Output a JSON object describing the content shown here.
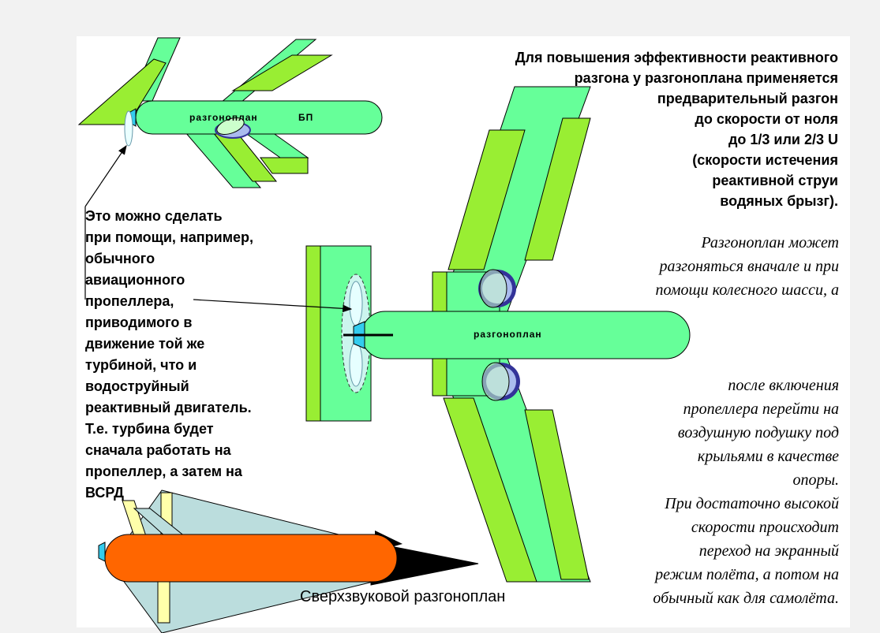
{
  "header_text": [
    "Для повышения эффективности реактивного",
    "разгона у разгоноплана применяется",
    "предварительный разгон",
    "до скорости от ноля",
    "до 1/3 или 2/3 U",
    "(скорости истечения",
    "реактивной струи",
    "водяных брызг)."
  ],
  "left_text": [
    " Это можно сделать",
    "при помощи, например,",
    "обычного",
    "авиационного",
    "пропеллера,",
    "приводимого в",
    "движение той же",
    "турбиной, что и",
    "водоструйный",
    "реактивный двигатель.",
    "Т.е. турбина будет",
    "сначала работать на",
    "пропеллер, а затем на",
    "ВСРД"
  ],
  "italic_top": [
    "Разгоноплан может",
    "разгоняться вначале и при",
    "помощи колесного шасси, а"
  ],
  "italic_bottom": [
    "после включения",
    "пропеллера перейти на",
    "воздушную подушку под",
    "крыльями в качестве",
    "опоры.",
    "При достаточно высокой",
    "скорости происходит",
    "переход на экранный",
    "режим полёта, а потом на",
    "обычный как для самолёта."
  ],
  "labels": {
    "small_fuselage": "разгоноплан",
    "small_tag": "БП",
    "big_fuselage": "разгоноплан",
    "supersonic_caption": "Сверхзвуковой разгоноплан"
  },
  "colors": {
    "wing": "#66ff99",
    "flap": "#99ee33",
    "fuselage": "#66ff99",
    "nozzle": "#33ccee",
    "wheel": "#333399",
    "rocket_body": "#ff6600",
    "rocket_fin": "#bbdddd",
    "rocket_tip": "#000000",
    "rocket_pylon": "#ffffaa"
  }
}
